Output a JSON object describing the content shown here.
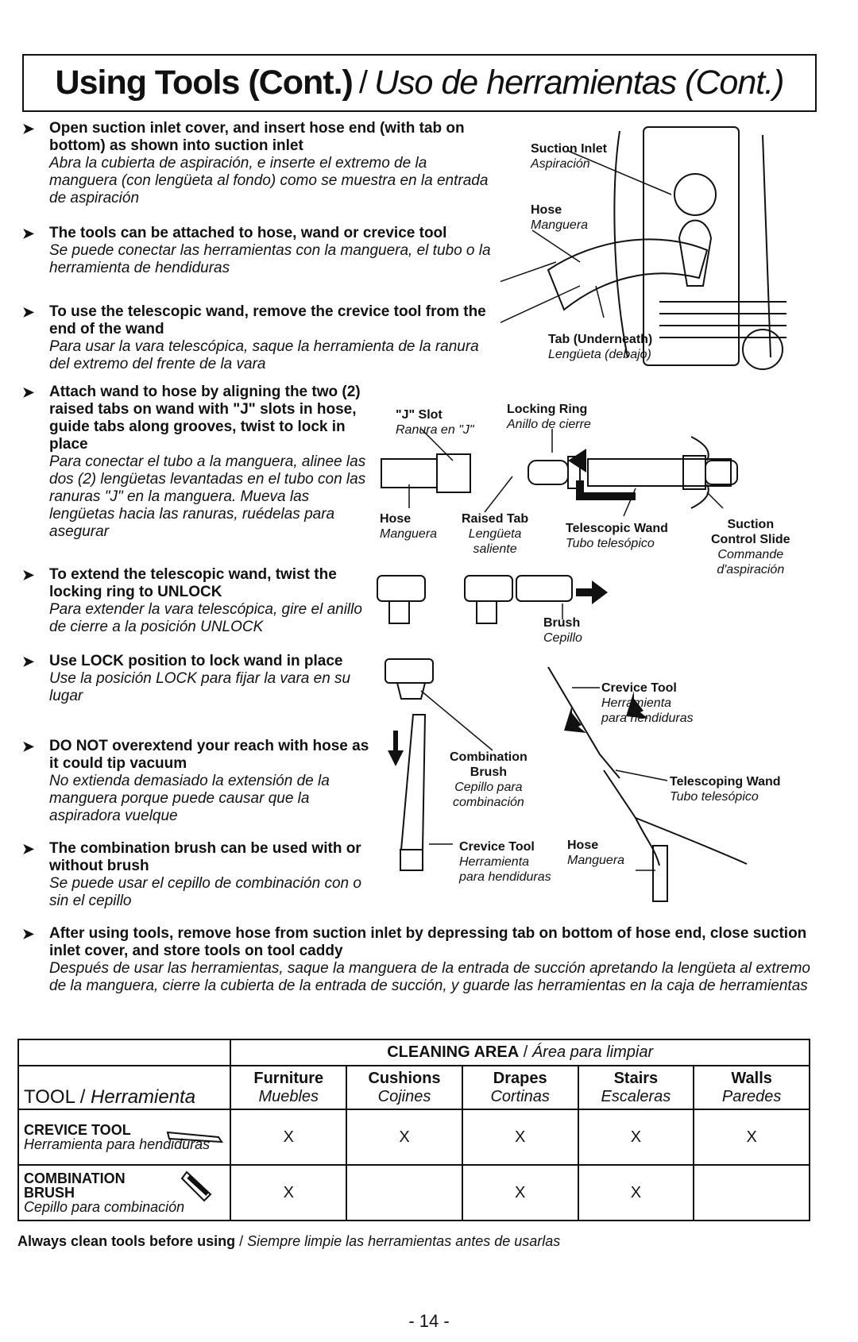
{
  "title": {
    "en": "Using Tools (Cont.)",
    "sep": "/",
    "es": "Uso de herramientas (Cont.)"
  },
  "bullets": [
    {
      "en": "Open suction inlet cover, and insert hose end (with tab on bottom) as shown into suction inlet",
      "es": "Abra la cubierta de aspiración, e inserte el extremo de la manguera (con lengüeta al fondo) como se muestra en la entrada de aspiración"
    },
    {
      "en": "The tools can be attached to hose, wand or crevice tool",
      "es": "Se puede conectar las herramientas con la manguera, el tubo o la herramienta de hendiduras"
    },
    {
      "en": "To use the telescopic wand, remove the crevice tool from the end of the wand",
      "es": "Para usar la vara telescópica, saque la herramienta de la ranura del extremo del frente de la vara"
    },
    {
      "en": "Attach wand to hose by aligning the two (2) raised tabs on wand with \"J\" slots in hose, guide tabs along grooves, twist to lock in place",
      "es": "Para conectar el tubo a la manguera, alinee las dos (2) lengüetas levantadas en el tubo con las ranuras \"J\" en la manguera. Mueva las lengüetas hacia las ranuras, ruédelas para asegurar"
    },
    {
      "en": "To extend the telescopic wand, twist the locking ring to UNLOCK",
      "es": "Para extender la vara telescópica, gire el anillo de cierre a la posición UNLOCK"
    },
    {
      "en": "Use LOCK position to lock wand in place",
      "es": "Use la posición LOCK para fijar la vara en su lugar"
    },
    {
      "en": "DO NOT overextend your reach with hose as it could tip vacuum",
      "es": "No extienda demasiado la extensión de la manguera porque puede causar que la aspiradora vuelque"
    },
    {
      "en": "The combination brush can be used with or without brush",
      "es": "Se puede usar el cepillo de combinación con o sin el cepillo"
    },
    {
      "en": "After using tools, remove hose from suction inlet by depressing tab on bottom of hose end, close suction inlet cover, and store tools on tool caddy",
      "es": "Después de usar las herramientas, saque la manguera de la entrada de succión apretando la lengüeta al extremo de la manguera, cierre la cubierta de la entrada de succión, y guarde las herramientas en la caja de herramientas"
    }
  ],
  "labels": {
    "suction_inlet": {
      "en": "Suction Inlet",
      "es": "Aspiración"
    },
    "hose1": {
      "en": "Hose",
      "es": "Manguera"
    },
    "tab": {
      "en": "Tab (Underneath)",
      "es": "Lengüeta (debajo)"
    },
    "j_slot": {
      "en": "\"J\" Slot",
      "es": "Ranura en \"J\""
    },
    "locking_ring": {
      "en": "Locking Ring",
      "es": "Anillo de cierre"
    },
    "hose2": {
      "en": "Hose",
      "es": "Manguera"
    },
    "raised_tab": {
      "en": "Raised Tab",
      "es1": "Lengüeta",
      "es2": "saliente"
    },
    "tele_wand": {
      "en": "Telescopic Wand",
      "es": "Tubo telesópico"
    },
    "suction_control": {
      "en1": "Suction",
      "en2": "Control Slide",
      "es1": "Commande",
      "es2": "d'aspiración"
    },
    "brush": {
      "en": "Brush",
      "es": "Cepillo"
    },
    "crevice_tool1": {
      "en": "Crevice Tool",
      "es1": "Herramienta",
      "es2": "para hendiduras"
    },
    "combination_brush": {
      "en1": "Combination",
      "en2": "Brush",
      "es1": "Cepillo para",
      "es2": "combinación"
    },
    "telescoping_wand": {
      "en": "Telescoping Wand",
      "es": "Tubo telesópico"
    },
    "crevice_tool2": {
      "en": "Crevice Tool",
      "es1": "Herramienta",
      "es2": "para hendiduras"
    },
    "hose3": {
      "en": "Hose",
      "es": "Manguera"
    }
  },
  "table": {
    "area_header": {
      "en": "CLEANING AREA",
      "sep": " / ",
      "es": "Área para limpiar"
    },
    "tool_header": {
      "en": "TOOL",
      "sep": " / ",
      "es": "Herramienta"
    },
    "columns": [
      {
        "en": "Furniture",
        "es": "Muebles"
      },
      {
        "en": "Cushions",
        "es": "Cojines"
      },
      {
        "en": "Drapes",
        "es": "Cortinas"
      },
      {
        "en": "Stairs",
        "es": "Escaleras"
      },
      {
        "en": "Walls",
        "es": "Paredes"
      }
    ],
    "rows": [
      {
        "en": "CREVICE TOOL",
        "es": "Herramienta para hendiduras",
        "marks": [
          "X",
          "X",
          "X",
          "X",
          "X"
        ]
      },
      {
        "en": "COMBINATION BRUSH",
        "es": "Cepillo para combinación",
        "marks": [
          "X",
          "",
          "X",
          "X",
          ""
        ]
      }
    ]
  },
  "note": {
    "en": "Always clean tools before using",
    "sep": " / ",
    "es": "Siempre limpie las herramientas antes de usarlas"
  },
  "page_number": "- 14 -"
}
